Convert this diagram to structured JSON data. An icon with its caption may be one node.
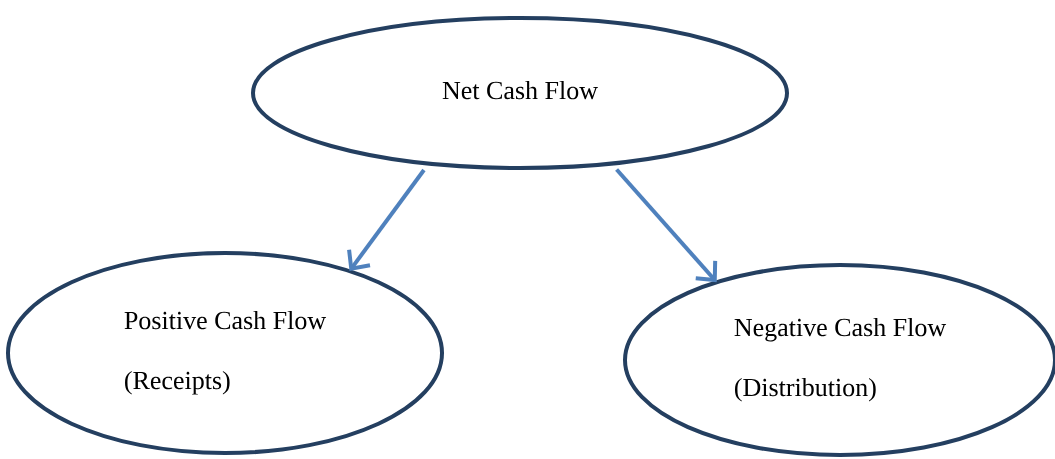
{
  "diagram": {
    "nodes": [
      {
        "text": [
          "Net Cash Flow"
        ]
      },
      {
        "text": [
          "Positive Cash Flow",
          "(Receipts)"
        ]
      },
      {
        "text": [
          "Negative Cash Flow",
          "(Distribution)"
        ]
      }
    ],
    "edges": [
      {
        "from": 0,
        "to": 1,
        "arrow": "to",
        "color": "#4f81bd"
      },
      {
        "from": 0,
        "to": 2,
        "arrow": "to",
        "color": "#4f81bd"
      }
    ]
  }
}
